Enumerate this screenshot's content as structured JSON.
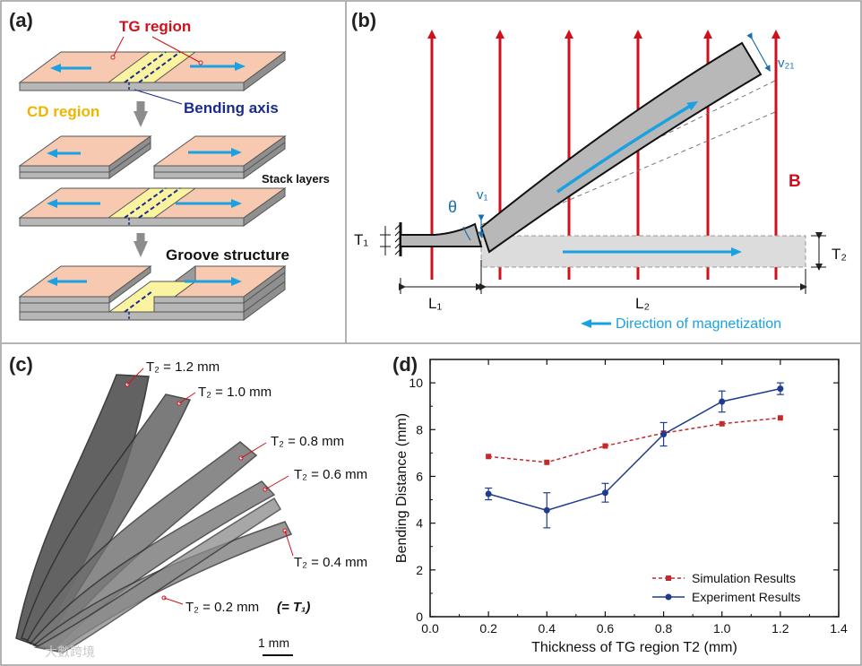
{
  "panels": {
    "a": {
      "label": "(a)",
      "tg_region": "TG region",
      "cd_region": "CD region",
      "bending_axis": "Bending  axis",
      "stack_layers": "Stack layers",
      "groove_structure": "Groove structure"
    },
    "b": {
      "label": "(b)",
      "v21": "v₂₁",
      "v1": "v₁",
      "theta": "θ",
      "B": "B",
      "T1": "T₁",
      "T2": "T₂",
      "L1": "L₁",
      "L2": "L₂",
      "magnetization": "Direction of magnetization"
    },
    "c": {
      "label": "(c)",
      "annotations": [
        "T₂ = 1.2 mm",
        "T₂ = 1.0 mm",
        "T₂ = 0.8 mm",
        "T₂ = 0.6 mm",
        "T₂ = 0.4 mm",
        "T₂ = 0.2 mm "
      ],
      "t1_note": "(= T₁)",
      "scale_bar": "1 mm",
      "watermark": "大數跨境"
    },
    "d": {
      "label": "(d)"
    }
  },
  "colors": {
    "red": "#d0101c",
    "blue": "#1ba1e2",
    "navy": "#1a2b8c",
    "tg_fill": "#f6c9b0",
    "cd_fill": "#fbf3a0",
    "sim_color": "#c42a2a",
    "exp_color": "#1f3b8f"
  },
  "chart_data": {
    "type": "line",
    "x": [
      0.2,
      0.4,
      0.6,
      0.8,
      1.0,
      1.2
    ],
    "series": [
      {
        "name": "Simulation Results",
        "values": [
          6.85,
          6.6,
          7.3,
          7.85,
          8.25,
          8.5
        ],
        "style": "dashed",
        "marker": "square",
        "color": "#c42a2a"
      },
      {
        "name": "Experiment Results",
        "values": [
          5.25,
          4.55,
          5.3,
          7.8,
          9.2,
          9.75
        ],
        "errors": [
          0.25,
          0.75,
          0.4,
          0.5,
          0.45,
          0.25
        ],
        "style": "solid",
        "marker": "circle",
        "color": "#1f3b8f"
      }
    ],
    "xlabel": "Thickness of TG region T2 (mm)",
    "ylabel": "Bending Distance (mm)",
    "xlim": [
      0.0,
      1.4
    ],
    "ylim": [
      0,
      11
    ],
    "xticks": [
      "0.0",
      "0.2",
      "0.4",
      "0.6",
      "0.8",
      "1.0",
      "1.2",
      "1.4"
    ],
    "yticks": [
      "0",
      "2",
      "4",
      "6",
      "8",
      "10"
    ],
    "grid": false,
    "legend_position": "bottom-right"
  }
}
